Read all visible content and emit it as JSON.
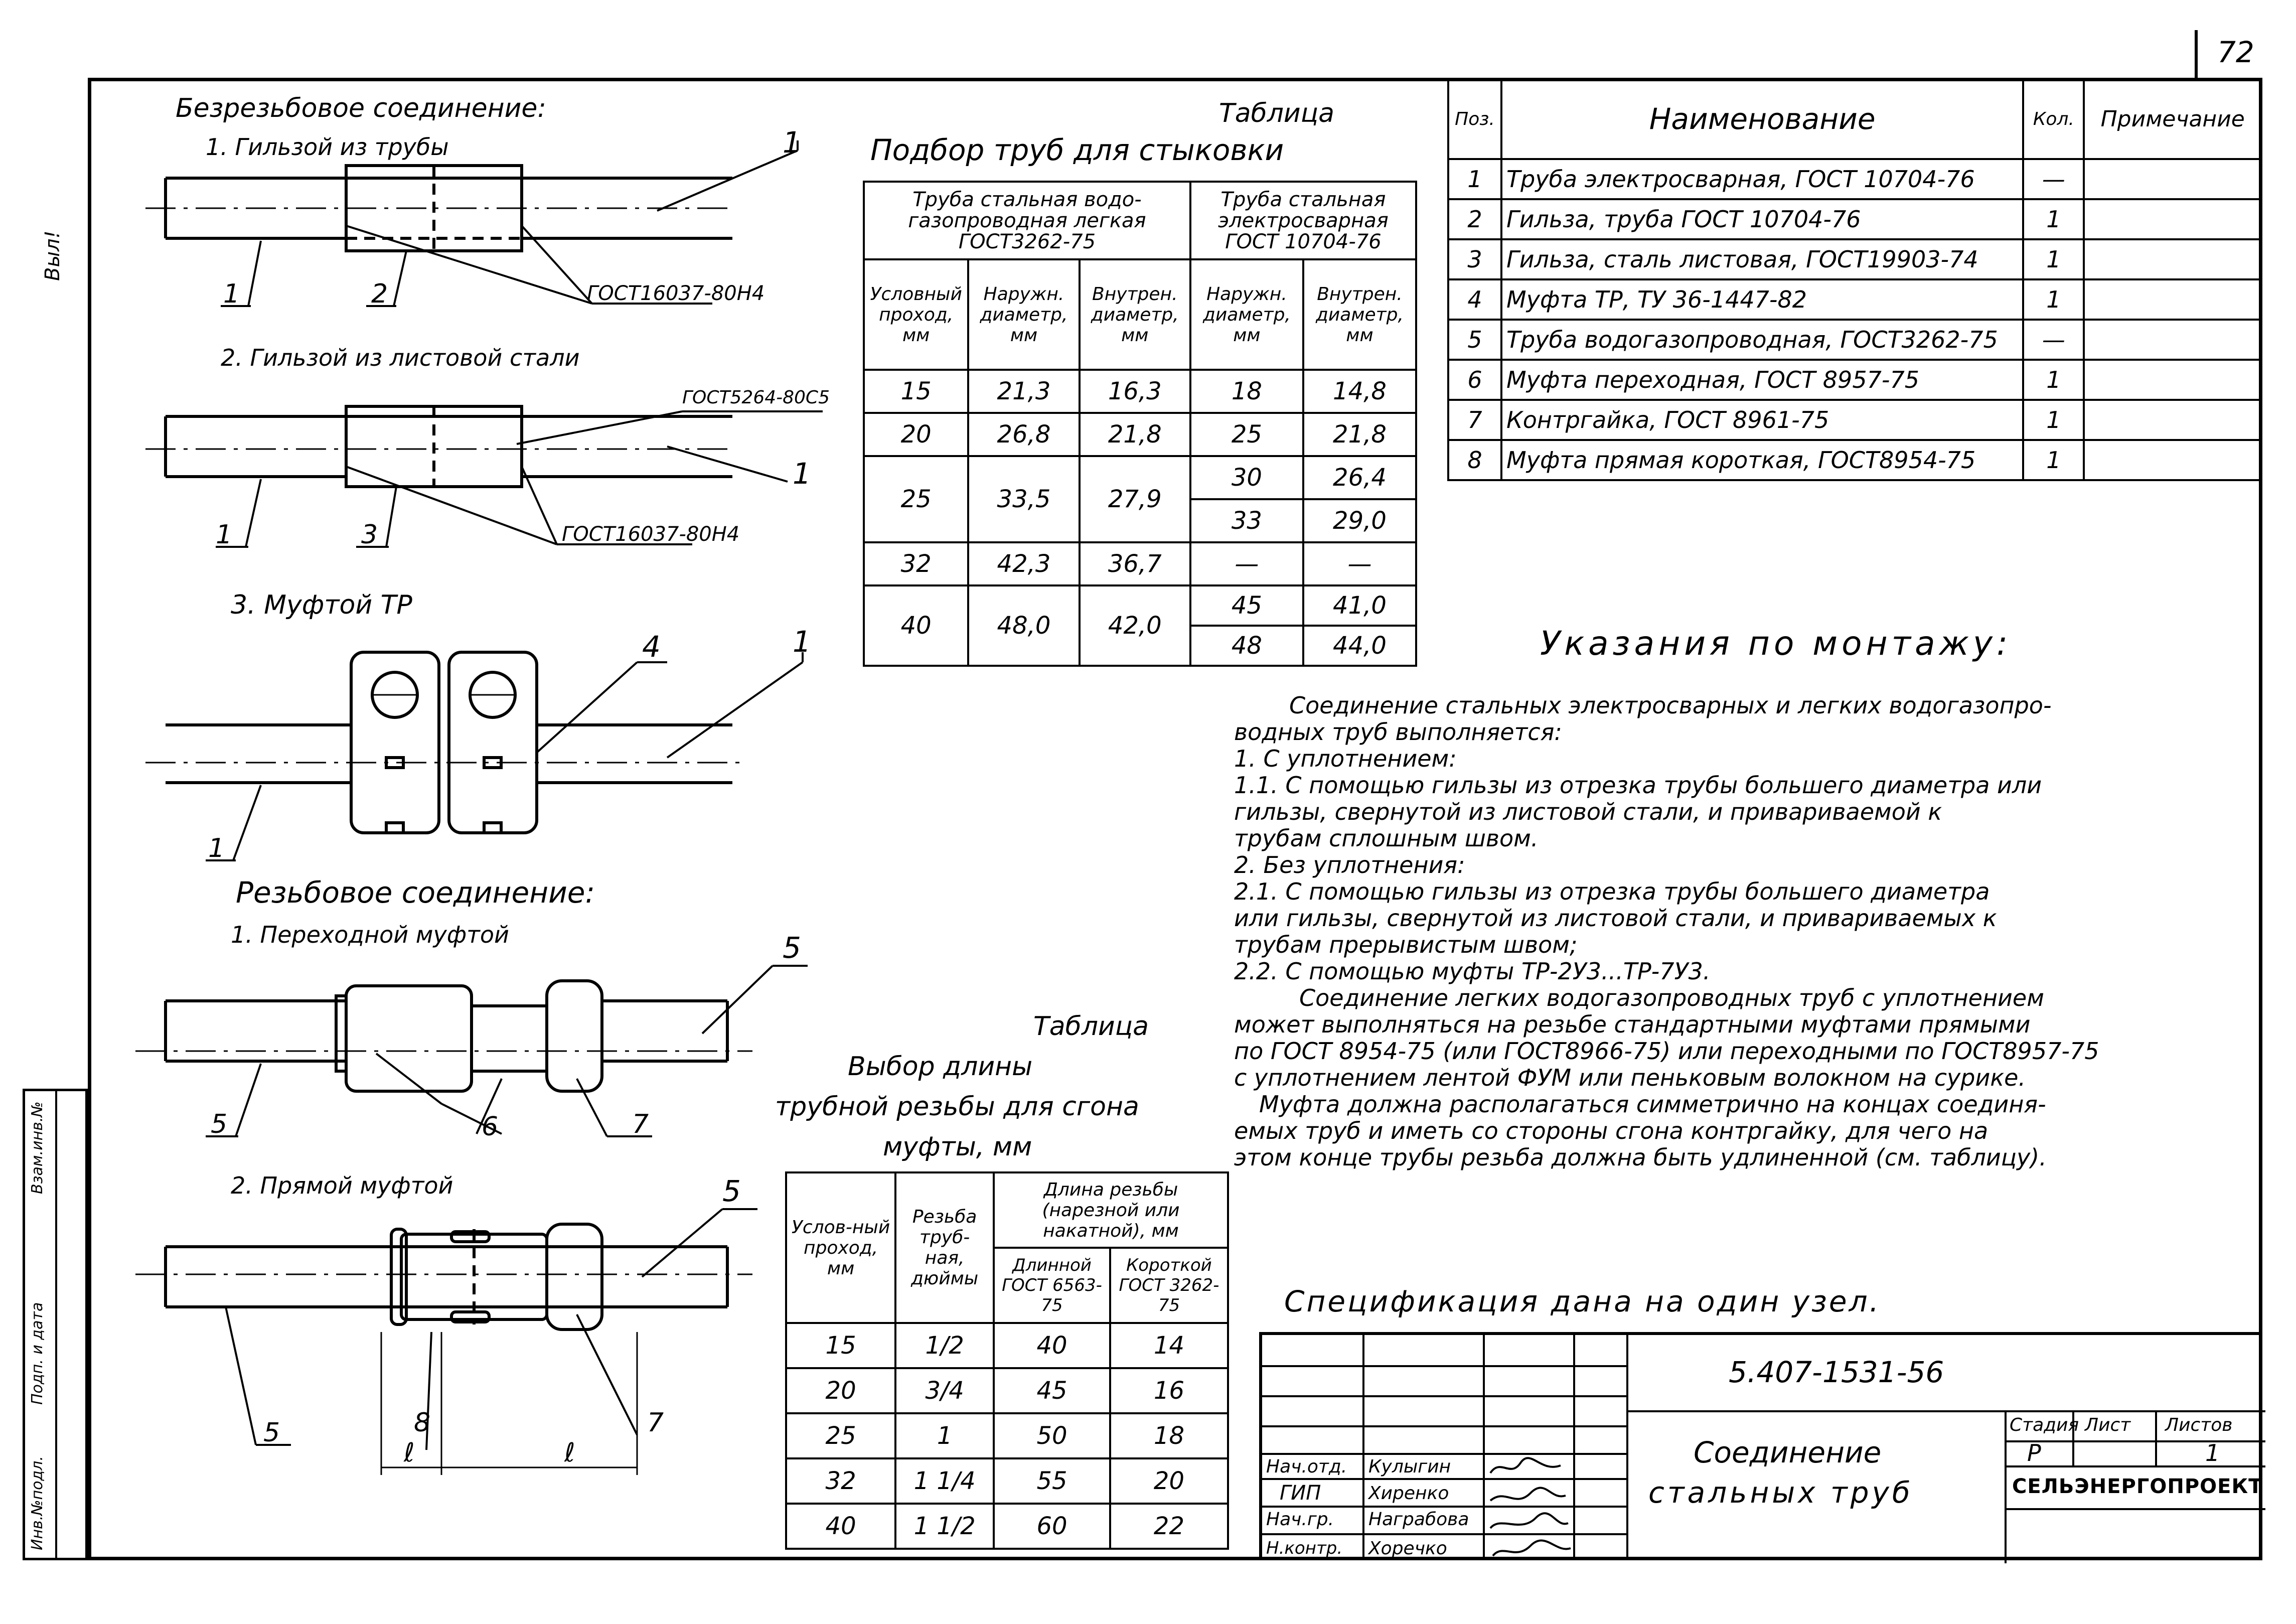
{
  "sheet_number": "72",
  "side_note": "Выл!",
  "left_strip": {
    "inv": "Инв.№подл.",
    "sign": "Подп. и дата",
    "replace": "Взам.инв.№"
  },
  "left_title": "Безрезьбовое соединение:",
  "sub1": "1. Гильзой из трубы",
  "sub2": "2. Гильзой из листовой стали",
  "sub3": "3. Муфтой ТР",
  "threaded_title": "Резьбовое соединение:",
  "sub4": "1. Переходной муфтой",
  "sub5": "2. Прямой муфтой",
  "gost_16037": "ГОСТ16037-80Н4",
  "gost_16037b": "ГОСТ16037-80Н4",
  "gost_5264": "ГОСТ5264-80С5",
  "callouts": {
    "d1_a": "1",
    "d1_b": "1",
    "d1_c": "2",
    "d2_a": "1",
    "d2_b": "1",
    "d2_c": "3",
    "d3_a": "4",
    "d3_b": "1",
    "d3_c": "1",
    "d4_a": "5",
    "d4_b": "5",
    "d4_c": "6",
    "d4_d": "7",
    "d5_a": "5",
    "d5_b": "5",
    "d5_c": "8",
    "d5_d": "7",
    "dim_l1": "ℓ",
    "dim_l2": "ℓ"
  },
  "table1": {
    "caption_word": "Таблица",
    "title": "Подбор труб для стыковки",
    "group1": "Труба стальная водо-газопроводная легкая ГОСТ3262-75",
    "group2": "Труба стальная электросварная ГОСТ 10704-76",
    "headers": [
      "Условный проход, мм",
      "Наружн. диаметр, мм",
      "Внутрен. диаметр, мм",
      "Наружн. диаметр, мм",
      "Внутрен. диаметр, мм"
    ],
    "rows": [
      [
        "15",
        "21,3",
        "16,3",
        "18",
        "14,8"
      ],
      [
        "20",
        "26,8",
        "21,8",
        "25",
        "21,8"
      ],
      [
        "25",
        "33,5",
        "27,9",
        "30",
        "26,4"
      ],
      [
        "",
        "",
        "",
        "33",
        "29,0"
      ],
      [
        "32",
        "42,3",
        "36,7",
        "—",
        "—"
      ],
      [
        "40",
        "48,0",
        "42,0",
        "45",
        "41,0"
      ],
      [
        "",
        "",
        "",
        "48",
        "44,0"
      ]
    ]
  },
  "spec": {
    "headers": [
      "Поз.",
      "Наименование",
      "Кол.",
      "Примечание"
    ],
    "rows": [
      [
        "1",
        "Труба электросварная, ГОСТ 10704-76",
        "—",
        ""
      ],
      [
        "2",
        "Гильза, труба ГОСТ 10704-76",
        "1",
        ""
      ],
      [
        "3",
        "Гильза, сталь листовая, ГОСТ19903-74",
        "1",
        ""
      ],
      [
        "4",
        "Муфта ТР, ТУ 36-1447-82",
        "1",
        ""
      ],
      [
        "5",
        "Труба водогазопроводная, ГОСТ3262-75",
        "—",
        ""
      ],
      [
        "6",
        "Муфта переходная, ГОСТ 8957-75",
        "1",
        ""
      ],
      [
        "7",
        "Контргайка, ГОСТ 8961-75",
        "1",
        ""
      ],
      [
        "8",
        "Муфта прямая короткая, ГОСТ8954-75",
        "1",
        ""
      ]
    ]
  },
  "instructions": {
    "title": "Указания по монтажу:",
    "lines": [
      "Соединение стальных электросварных и легких водогазопро-",
      "водных труб выполняется:",
      "1. С уплотнением:",
      "1.1. С помощью гильзы из отрезка трубы большего диаметра или",
      "гильзы, свернутой из листовой стали, и привариваемой к",
      "трубам сплошным швом.",
      "2. Без уплотнения:",
      "2.1. С помощью гильзы из отрезка трубы большего диаметра",
      "или гильзы, свернутой из листовой стали, и привариваемых к",
      "трубам прерывистым швом;",
      "2.2. С помощью муфты ТР-2У3...ТР-7У3.",
      "Соединение легких водогазопроводных труб с уплотнением",
      "может выполняться на резьбе стандартными муфтами прямыми",
      "по ГОСТ 8954-75 (или ГОСТ8966-75) или переходными по ГОСТ8957-75",
      "с уплотнением лентой ФУМ или пеньковым волокном на сурике.",
      "Муфта должна располагаться симметрично на концах соединя-",
      "емых труб и иметь со стороны сгона контргайку, для чего на",
      "этом конце трубы резьба должна быть удлиненной (см. таблицу)."
    ],
    "footer": "Спецификация дана на один узел."
  },
  "table2": {
    "caption_word": "Таблица",
    "title_lines": [
      "Выбор длины",
      "трубной резьбы для сгона",
      "муфты, мм"
    ],
    "h_cond": "Услов-ный проход, мм",
    "h_thread": "Резьба труб-ная, дюймы",
    "h_length": "Длина резьбы (нарезной или накатной), мм",
    "h_long": "Длинной ГОСТ 6563-75",
    "h_short": "Короткой ГОСТ 3262-75",
    "rows": [
      [
        "15",
        "1/2",
        "40",
        "14"
      ],
      [
        "20",
        "3/4",
        "45",
        "16"
      ],
      [
        "25",
        "1",
        "50",
        "18"
      ],
      [
        "32",
        "1 1/4",
        "55",
        "20"
      ],
      [
        "40",
        "1 1/2",
        "60",
        "22"
      ]
    ]
  },
  "title_block": {
    "doc_code": "5.407-1531-56",
    "name_line1": "Соединение",
    "name_line2": "стальных труб",
    "roles": [
      "Нач.отд.",
      "ГИП",
      "Нач.гр.",
      "Н.контр."
    ],
    "names": [
      "Кулыгин",
      "Хиренко",
      "Награбова",
      "Хоречко"
    ],
    "stage_h": "Стадия",
    "sheet_h": "Лист",
    "sheets_h": "Листов",
    "stage": "Р",
    "sheet": "",
    "sheets": "1",
    "org": "СЕЛЬЭНЕРГОПРОЕКТ"
  }
}
